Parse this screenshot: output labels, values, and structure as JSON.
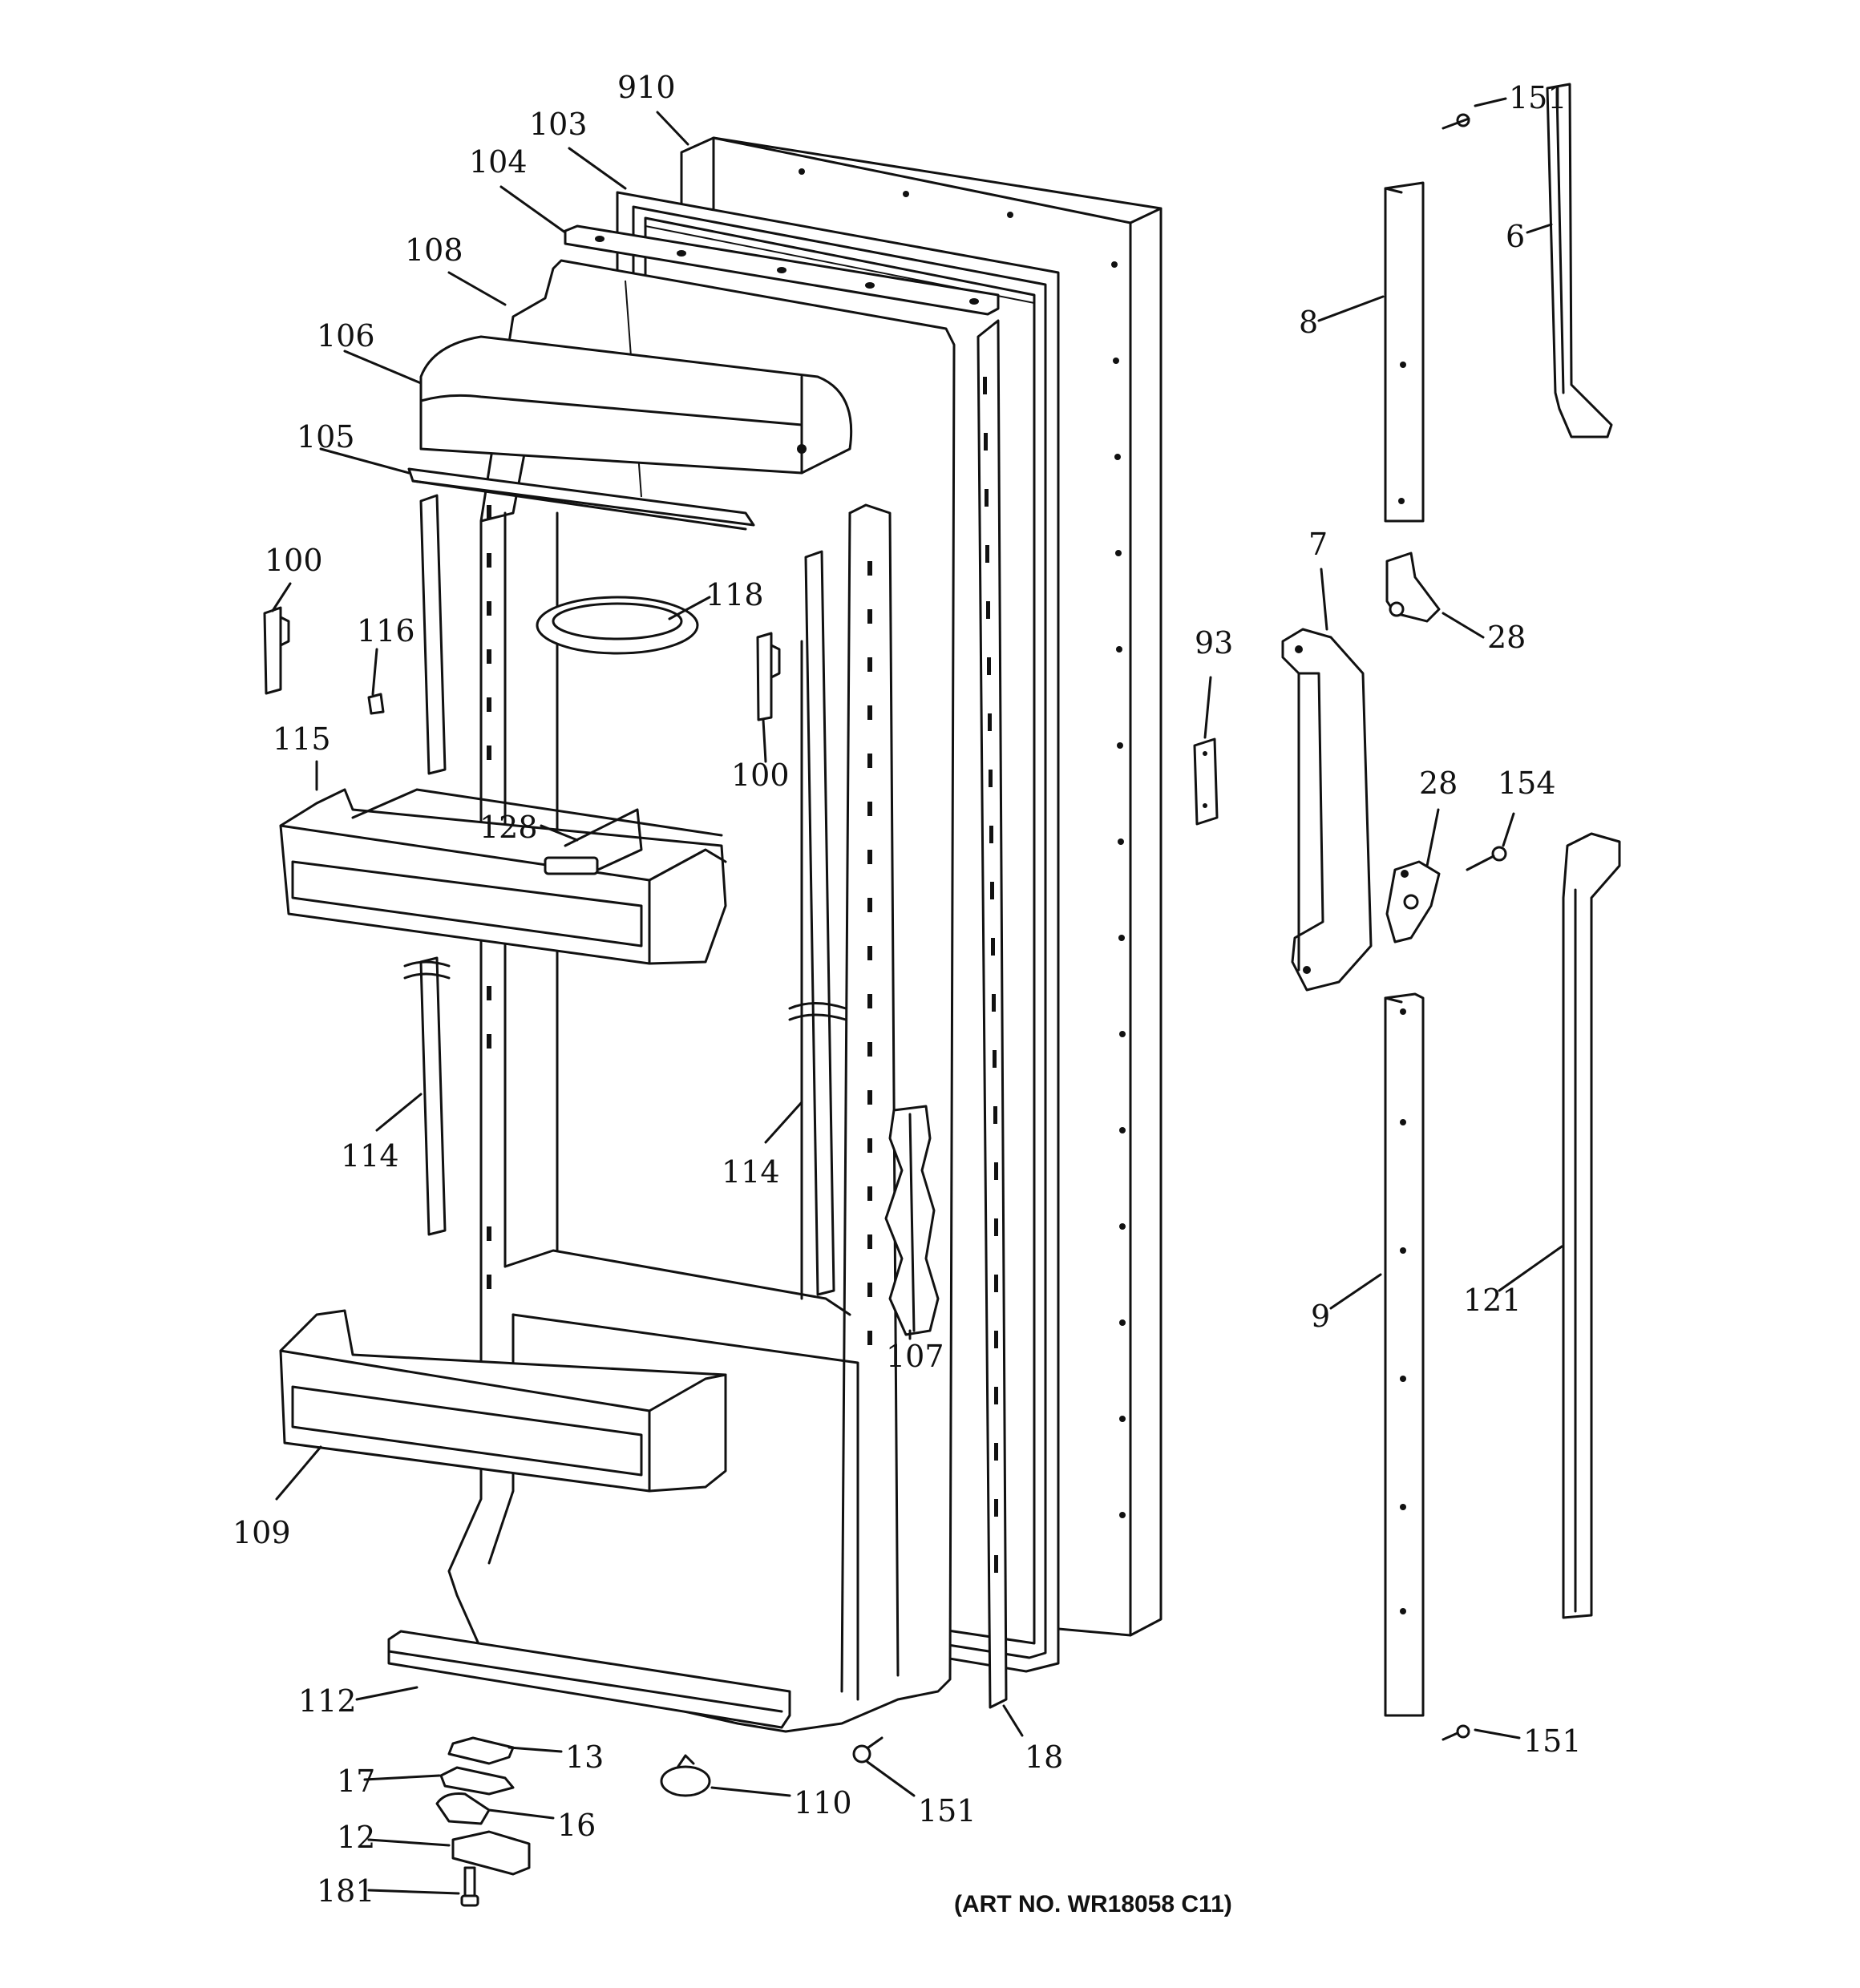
{
  "diagram": {
    "art_number": "(ART NO. WR18058 C11)",
    "callouts": [
      {
        "id": "c910",
        "label": "910"
      },
      {
        "id": "c103",
        "label": "103"
      },
      {
        "id": "c104",
        "label": "104"
      },
      {
        "id": "c108",
        "label": "108"
      },
      {
        "id": "c106",
        "label": "106"
      },
      {
        "id": "c105",
        "label": "105"
      },
      {
        "id": "c100a",
        "label": "100"
      },
      {
        "id": "c116",
        "label": "116"
      },
      {
        "id": "c118",
        "label": "118"
      },
      {
        "id": "c100b",
        "label": "100"
      },
      {
        "id": "c115",
        "label": "115"
      },
      {
        "id": "c128a",
        "label": "128"
      },
      {
        "id": "c114a",
        "label": "114"
      },
      {
        "id": "c114b",
        "label": "114"
      },
      {
        "id": "c107",
        "label": "107"
      },
      {
        "id": "c109",
        "label": "109"
      },
      {
        "id": "c112",
        "label": "112"
      },
      {
        "id": "c13",
        "label": "13"
      },
      {
        "id": "c17",
        "label": "17"
      },
      {
        "id": "c16",
        "label": "16"
      },
      {
        "id": "c12",
        "label": "12"
      },
      {
        "id": "c181",
        "label": "181"
      },
      {
        "id": "c110",
        "label": "110"
      },
      {
        "id": "c151c",
        "label": "151"
      },
      {
        "id": "c18",
        "label": "18"
      },
      {
        "id": "c93",
        "label": "93"
      },
      {
        "id": "c151a",
        "label": "151"
      },
      {
        "id": "c6",
        "label": "6"
      },
      {
        "id": "c8",
        "label": "8"
      },
      {
        "id": "c7",
        "label": "7"
      },
      {
        "id": "c28a",
        "label": "28"
      },
      {
        "id": "c28b",
        "label": "28"
      },
      {
        "id": "c154",
        "label": "154"
      },
      {
        "id": "c9",
        "label": "9"
      },
      {
        "id": "c121",
        "label": "121"
      },
      {
        "id": "c151b",
        "label": "151"
      }
    ]
  }
}
